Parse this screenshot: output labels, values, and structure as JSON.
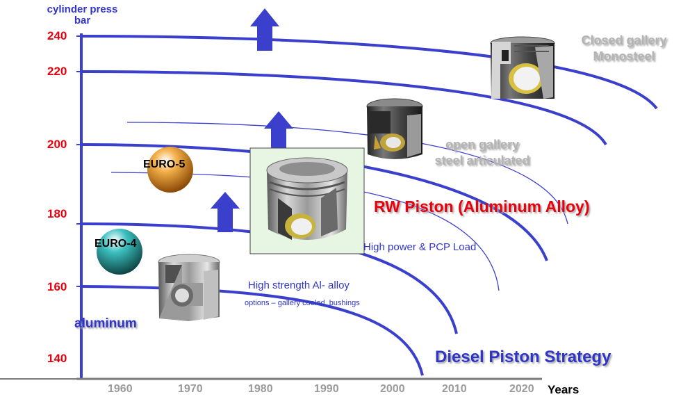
{
  "axis": {
    "y_title_line1": "cylinder press",
    "y_title_line2": "bar",
    "y_ticks": [
      "240",
      "220",
      "200",
      "180",
      "160",
      "140"
    ],
    "x_ticks": [
      "1960",
      "1970",
      "1980",
      "1990",
      "2000",
      "2010",
      "2020"
    ],
    "x_title": "Years"
  },
  "labels": {
    "closed_gallery_line1": "Closed gallery",
    "closed_gallery_line2": "Monosteel",
    "open_gallery_line1": "open gallery",
    "open_gallery_line2": "steel articulated",
    "rw_piston": "RW Piston (Aluminum Alloy)",
    "high_power": "High power & PCP Load",
    "high_strength": "High strength Al- alloy",
    "options": "options – gallery cooled, bushings",
    "aluminum": "aluminum",
    "diesel_strategy": "Diesel Piston Strategy",
    "euro5": "EURO-5",
    "euro4": "EURO-4"
  },
  "colors": {
    "curve": "#3a3fcc",
    "arrow": "#3a3fcc",
    "tick_red": "#e8000d",
    "year_grey": "#9a9a9a",
    "euro5_ball": "#d98a1a",
    "euro4_ball": "#2aa6a6",
    "highlight_box": "#e6f6e3"
  },
  "icons": [
    "up-arrow-icon",
    "piston-image",
    "euro-ball"
  ]
}
